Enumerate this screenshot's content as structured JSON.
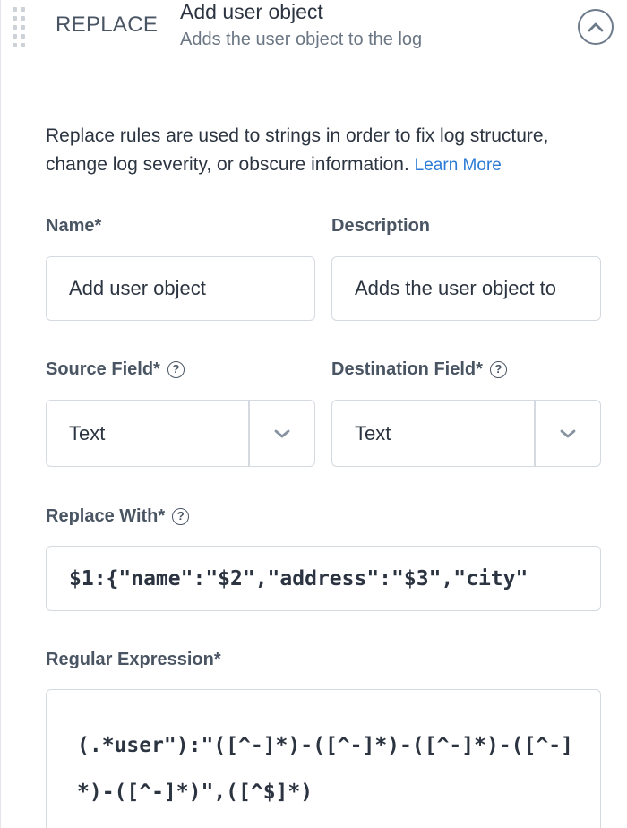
{
  "header": {
    "rule_type": "REPLACE",
    "title": "Add user object",
    "subtitle": "Adds the user object to the log"
  },
  "intro": {
    "text": "Replace rules are used to strings in order to fix log structure, change log severity, or obscure information.",
    "link_label": "Learn More"
  },
  "fields": {
    "name": {
      "label": "Name*",
      "value": "Add user object"
    },
    "description": {
      "label": "Description",
      "value": "Adds the user object to"
    },
    "source_field": {
      "label": "Source Field*",
      "value": "Text"
    },
    "destination_field": {
      "label": "Destination Field*",
      "value": "Text"
    },
    "replace_with": {
      "label": "Replace With*",
      "value": "$1:{\"name\":\"$2\",\"address\":\"$3\",\"city\""
    },
    "regular_expression": {
      "label": "Regular Expression*",
      "value": "(.*user\"):\"([^-]*)-([^-]*)-([^-]*)-([^-]*)-([^-]*)\",([^$]*)"
    }
  },
  "icons": {
    "help": "question-circle-icon",
    "collapse": "chevron-up-circle-icon",
    "dropdown": "chevron-down-icon",
    "drag": "drag-handle-icon"
  },
  "colors": {
    "link": "#2a7ad6",
    "text": "#2b3440",
    "label": "#4a5563",
    "border": "#d5dae0"
  }
}
